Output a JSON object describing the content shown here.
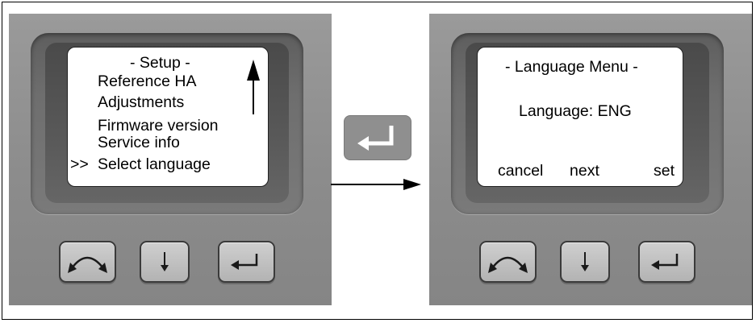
{
  "left_screen": {
    "title": "- Setup -",
    "items": [
      "Reference HA",
      "Adjustments",
      "Firmware version",
      "Service info"
    ],
    "selected_prefix": ">>",
    "selected_item": "Select language"
  },
  "right_screen": {
    "title": "- Language Menu -",
    "language_line": "Language: ENG",
    "softkeys": [
      "cancel",
      "next",
      "set"
    ]
  },
  "buttons": {
    "toggle": "curved-double-arrow-icon",
    "down": "down-arrow-icon",
    "enter": "enter-return-icon"
  },
  "colors": {
    "device": "#8f8f8f",
    "screen": "#ffffff"
  }
}
